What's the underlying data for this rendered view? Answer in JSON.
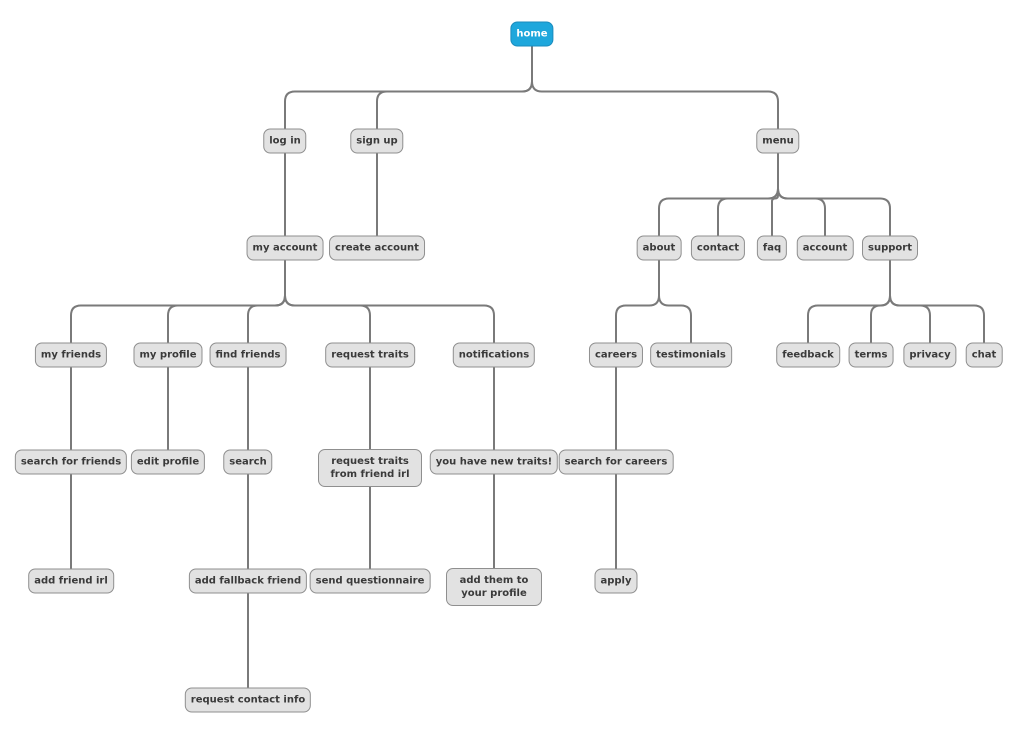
{
  "nodes": [
    {
      "id": "home",
      "label": "home",
      "root": true
    },
    {
      "id": "log-in",
      "label": "log in",
      "parent": "home"
    },
    {
      "id": "sign-up",
      "label": "sign up",
      "parent": "home"
    },
    {
      "id": "menu",
      "label": "menu",
      "parent": "home"
    },
    {
      "id": "my-account",
      "label": "my account",
      "parent": "log-in"
    },
    {
      "id": "create-account",
      "label": "create account",
      "parent": "sign-up"
    },
    {
      "id": "about",
      "label": "about",
      "parent": "menu"
    },
    {
      "id": "contact",
      "label": "contact",
      "parent": "menu"
    },
    {
      "id": "faq",
      "label": "faq",
      "parent": "menu"
    },
    {
      "id": "account",
      "label": "account",
      "parent": "menu"
    },
    {
      "id": "support",
      "label": "support",
      "parent": "menu"
    },
    {
      "id": "my-friends",
      "label": "my friends",
      "parent": "my-account"
    },
    {
      "id": "my-profile",
      "label": "my profile",
      "parent": "my-account"
    },
    {
      "id": "find-friends",
      "label": "find friends",
      "parent": "my-account"
    },
    {
      "id": "request-traits",
      "label": "request traits",
      "parent": "my-account"
    },
    {
      "id": "notifications",
      "label": "notifications",
      "parent": "my-account"
    },
    {
      "id": "careers",
      "label": "careers",
      "parent": "about"
    },
    {
      "id": "testimonials",
      "label": "testimonials",
      "parent": "about"
    },
    {
      "id": "feedback",
      "label": "feedback",
      "parent": "support"
    },
    {
      "id": "terms",
      "label": "terms",
      "parent": "support"
    },
    {
      "id": "privacy",
      "label": "privacy",
      "parent": "support"
    },
    {
      "id": "chat",
      "label": "chat",
      "parent": "support"
    },
    {
      "id": "search-for-friends",
      "label": "search for friends",
      "parent": "my-friends"
    },
    {
      "id": "edit-profile",
      "label": "edit profile",
      "parent": "my-profile"
    },
    {
      "id": "search",
      "label": "search",
      "parent": "find-friends"
    },
    {
      "id": "request-traits-from-friend-irl",
      "label": "request traits from friend irl",
      "parent": "request-traits"
    },
    {
      "id": "you-have-new-traits",
      "label": "you have new traits!",
      "parent": "notifications"
    },
    {
      "id": "search-for-careers",
      "label": "search for careers",
      "parent": "careers"
    },
    {
      "id": "add-friend-irl",
      "label": "add friend irl",
      "parent": "search-for-friends"
    },
    {
      "id": "add-fallback-friend",
      "label": "add fallback friend",
      "parent": "search"
    },
    {
      "id": "send-questionnaire",
      "label": "send questionnaire",
      "parent": "request-traits-from-friend-irl"
    },
    {
      "id": "add-them-to-your-profile",
      "label": "add them to your profile",
      "parent": "you-have-new-traits"
    },
    {
      "id": "apply",
      "label": "apply",
      "parent": "search-for-careers"
    },
    {
      "id": "request-contact-info",
      "label": "request contact info",
      "parent": "add-fallback-friend"
    }
  ]
}
